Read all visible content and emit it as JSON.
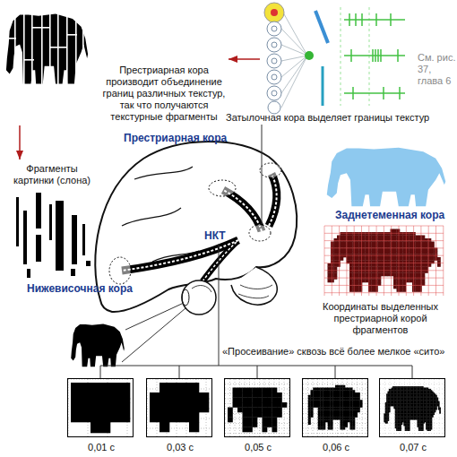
{
  "diagram": {
    "nodes": [
      {
        "text": [
          "Затылочная кора выделяет границы текстур"
        ]
      },
      {
        "text": [
          "Престриарная кора производит объединение границ различных текстур, так что получаются текстурные фрагменты"
        ]
      },
      {
        "text": [
          "Фрагменты картинки (слона)"
        ]
      },
      {
        "text": [
          "0,01 с"
        ]
      },
      {
        "text": [
          "0,03 с"
        ]
      },
      {
        "text": [
          "0,05 с"
        ]
      },
      {
        "text": [
          "0,06 с"
        ]
      },
      {
        "text": [
          "0,07 с"
        ]
      }
    ],
    "edges": [
      {
        "from": 0,
        "to": 1,
        "arrow": "to"
      },
      {
        "from": 1,
        "to": 2,
        "arrow": "to"
      }
    ],
    "labels": [
      "См. рис. 37, глава 6",
      "Престриарная кора",
      "Заднетеменная кора",
      "НКТ",
      "Нижевисочная кора",
      "Координаты выделенных престриарной корой фрагментов",
      "«Просеивание» сквозь всё более мелкое «сито»"
    ]
  }
}
